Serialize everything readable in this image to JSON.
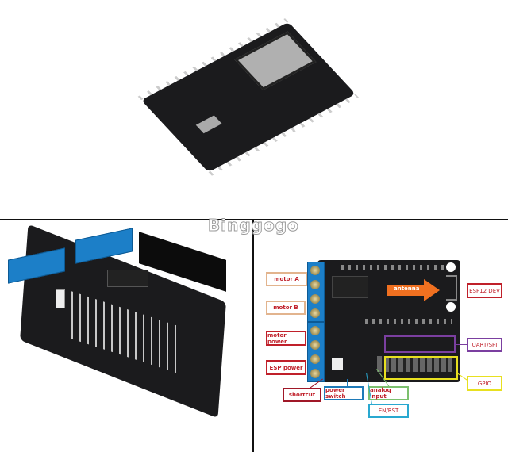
{
  "watermark": "Binggogo",
  "diagram": {
    "labels": {
      "motor_a": "motor A",
      "motor_b": "motor B",
      "motor_power": "motor power",
      "esp_power": "ESP power",
      "shortcut": "shortcut",
      "power_switch": "power switch",
      "analog_input": "analoq input",
      "en_rst": "EN/RST",
      "esp12_dev": "ESP12 DEV",
      "uart_spi": "UART/SPI",
      "gpio": "GPIO",
      "antenna": "antenna"
    },
    "colors": {
      "motor": "#e2b48e",
      "red": "#c0202a",
      "blue": "#1e7ab8",
      "green": "#7cc06e",
      "cyan": "#29a8d0",
      "purple": "#7b3fa0",
      "yellow": "#e8e020",
      "orange": "#f07020"
    }
  }
}
